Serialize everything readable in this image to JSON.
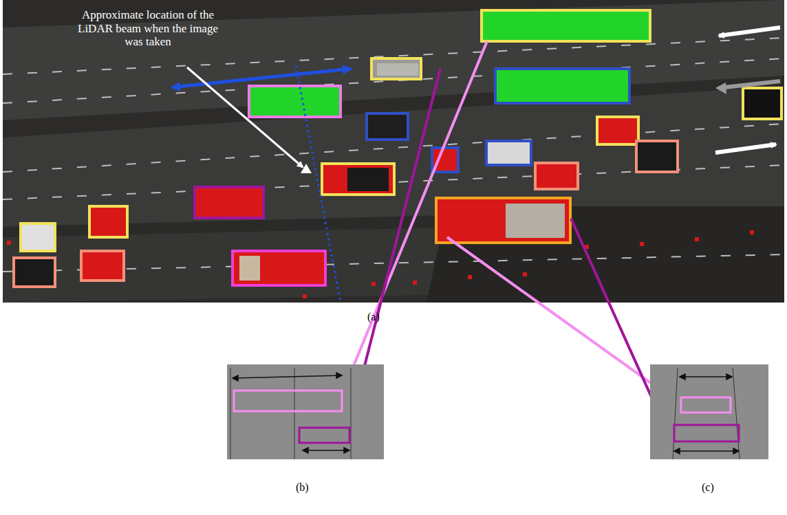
{
  "diagram": {
    "labels": [
      "Approximate location of the LiDAR beam when the image was taken",
      "(a)",
      "(b)",
      "(c)"
    ]
  }
}
